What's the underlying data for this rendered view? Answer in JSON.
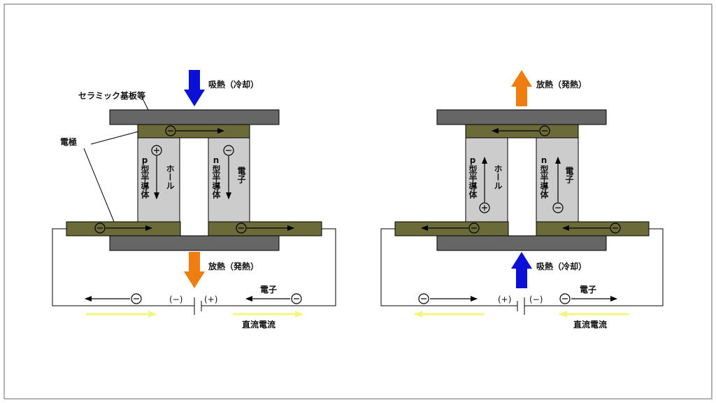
{
  "labels": {
    "substrate": "セラミック基板等",
    "electrode": "電極",
    "absorb_heat": "吸熱（冷却）",
    "release_heat": "放熱（発熱）",
    "p_type": "p型半導体",
    "n_type": "n型半導体",
    "hole": "ホール",
    "electron": "電子",
    "dc_current": "直流電流",
    "minus": "(−)",
    "plus": "(+)",
    "plus_sign": "+",
    "minus_sign": "−"
  },
  "colors": {
    "substrate": "#666666",
    "electrode": "#6b6b3a",
    "semiconductor": "#cccccc",
    "cold_arrow": "#0a10d8",
    "hot_arrow": "#f07d10",
    "current_arrow": "#f5f580",
    "line": "#000000",
    "frame": "#999999"
  }
}
